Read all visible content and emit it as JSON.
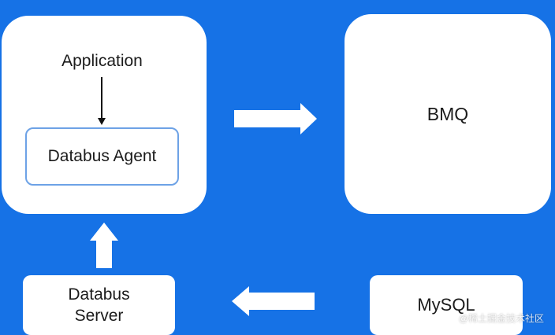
{
  "diagram": {
    "application_label": "Application",
    "agent_label": "Databus Agent",
    "bmq_label": "BMQ",
    "server_label_line1": "Databus",
    "server_label_line2": "Server",
    "mysql_label": "MySQL"
  },
  "watermark": "@稀土掘金技术社区",
  "colors": {
    "background": "#1672e6",
    "box": "#ffffff",
    "agent_border": "#6da2e6",
    "text": "#1b1b1b"
  }
}
